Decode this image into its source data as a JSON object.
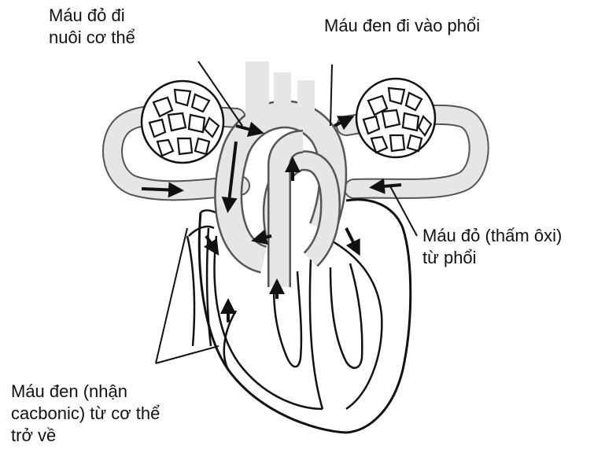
{
  "labels": {
    "red_blood_to_body": [
      "Máu đỏ đi",
      "nuôi cơ thể"
    ],
    "dark_blood_to_lungs": [
      "Máu đen đi vào phổi"
    ],
    "red_blood_from_lungs": [
      "Máu đỏ (thấm ôxi)",
      "từ phổi"
    ],
    "dark_blood_from_body": [
      "Máu đen (nhận",
      "cacbonic) từ cơ thể",
      "trở về"
    ]
  },
  "colors": {
    "ink": "#111111",
    "vessel_fill": "#e6e6e6",
    "vessel_outline": "#555555",
    "arrow": "#111111"
  }
}
